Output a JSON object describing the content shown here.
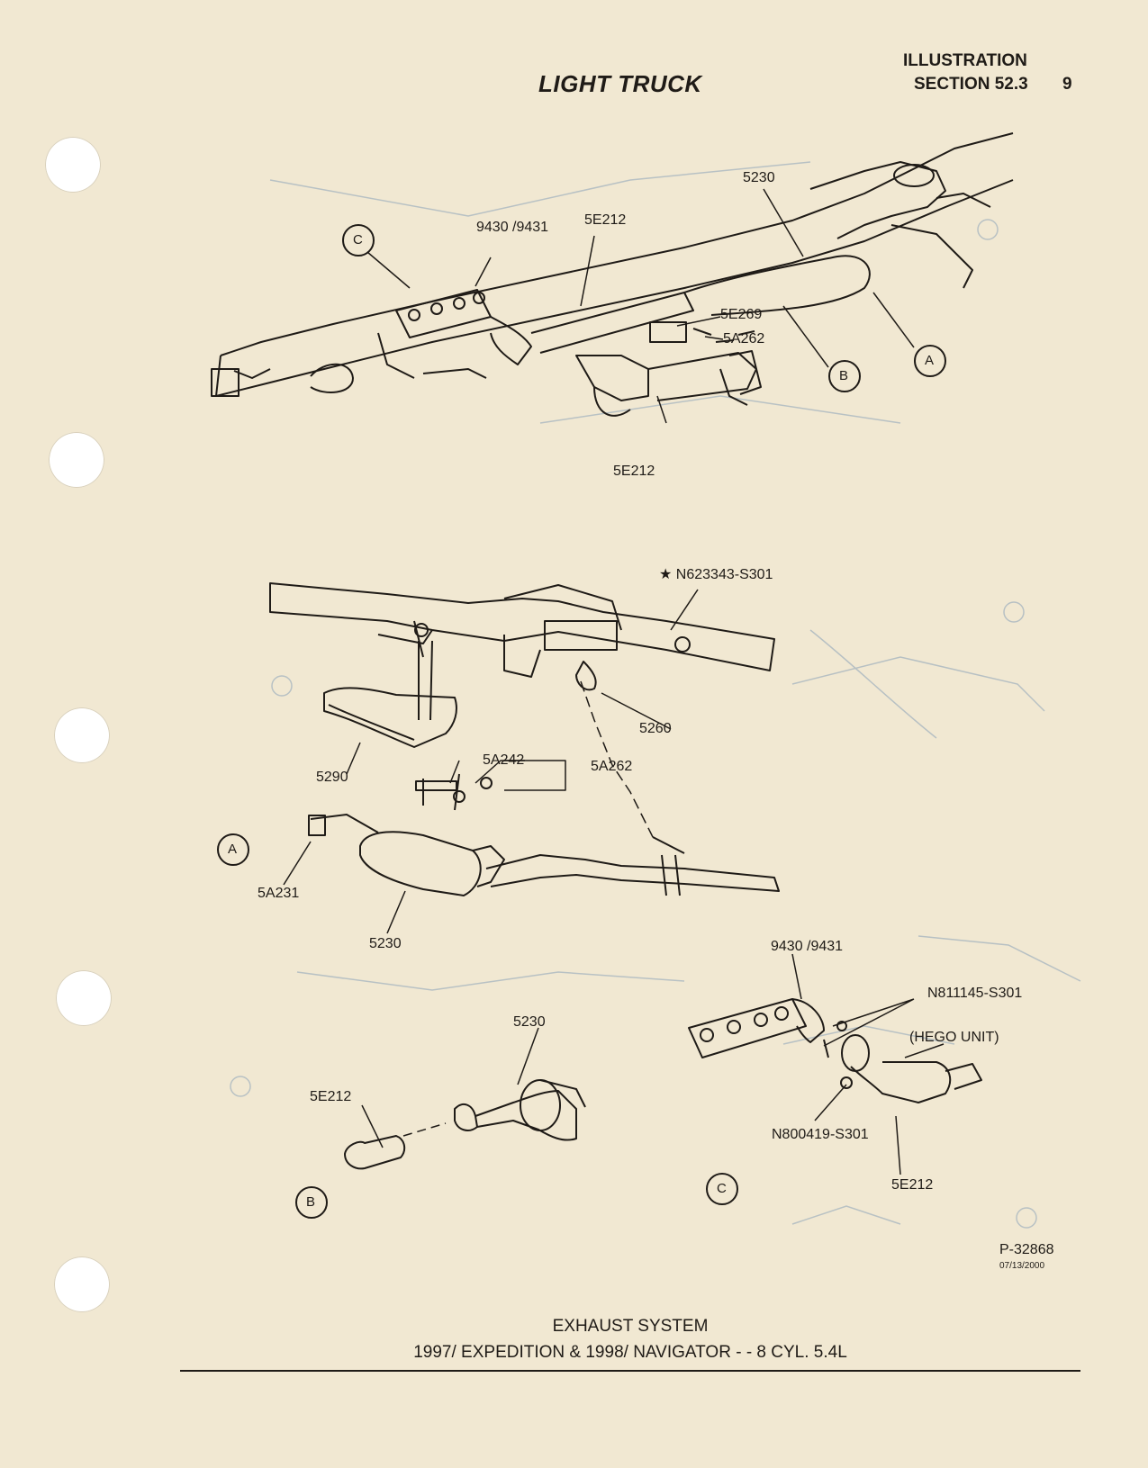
{
  "header": {
    "title": "LIGHT TRUCK",
    "illustration": "ILLUSTRATION",
    "section": "SECTION 52.3",
    "page_number": "9"
  },
  "callouts": {
    "top": [
      "C",
      "A",
      "B"
    ],
    "middle": [
      "A"
    ],
    "detail_b": "B",
    "detail_c": "C"
  },
  "labels": {
    "top_9430": "9430 /9431",
    "top_5e212_a": "5E212",
    "top_5230": "5230",
    "top_5e269": "5E269",
    "top_5a262": "5A262",
    "top_5e212_b": "5E212",
    "mid_n623343": "N623343-S301",
    "mid_5260": "5260",
    "mid_5a242": "5A242",
    "mid_5a262": "5A262",
    "mid_5290": "5290",
    "mid_5a231": "5A231",
    "mid_5230": "5230",
    "b_5230": "5230",
    "b_5e212": "5E212",
    "c_9430": "9430 /9431",
    "c_n811145": "N811145-S301",
    "c_hego": "(HEGO UNIT)",
    "c_n800419": "N800419-S301",
    "c_5e212": "5E212"
  },
  "footer": {
    "part_number": "P-32868",
    "date": "07/13/2000",
    "title": "EXHAUST SYSTEM",
    "subtitle": "1997/ EXPEDITION & 1998/ NAVIGATOR - - 8 CYL. 5.4L"
  },
  "colors": {
    "paper": "#f1e8d2",
    "ink": "#1f1b17",
    "ghost": "#9fb0be"
  }
}
